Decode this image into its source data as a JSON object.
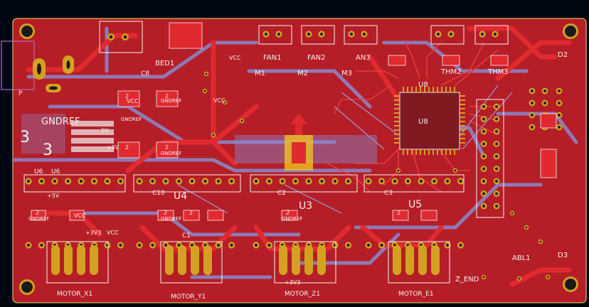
{
  "colors": {
    "background": "#000814",
    "board_edge": "#f0e060",
    "copper_front": "#c8202a",
    "copper_fill": "#b51e26",
    "copper_back": "#8a8ad0",
    "pad": "#d4a020",
    "drill": "#1a1a1a",
    "silkscreen": "#f2f2f2",
    "highlight": "#f0c020"
  },
  "labels": {
    "bed1": "BED1",
    "c8": "C8",
    "fan1": "FAN1",
    "fan2": "FAN2",
    "fan3": "AN3",
    "m1": "M1",
    "m2": "M2",
    "m3": "M3",
    "thm2": "THM2",
    "thm3": "THM3",
    "u8": "U8",
    "u8b": "U8",
    "d2": "D2",
    "d3": "D3",
    "u4": "U4",
    "u3": "U3",
    "u5": "U5",
    "c1": "C1",
    "c2": "C2",
    "c3": "C3",
    "c10": "C10",
    "u6a": "U6",
    "u6b": "U6",
    "p": "P",
    "gndref_big": "GNDREF",
    "big3": "3",
    "big3b": "3",
    "vcc_a": "VCC",
    "vcc_b": "VCC",
    "vcc_c": "VCC",
    "vcc_d": "VCC",
    "vcc_e": "VCC",
    "v5a": "5V",
    "v5b": "+5V",
    "v5c": "+5V",
    "v3a": "+3V3",
    "v3b": "+3V3",
    "motor_x1": "MOTOR_X1",
    "motor_y1": "MOTOR_Y1",
    "motor_z1": "MOTOR_Z1",
    "motor_e1": "MOTOR_E1",
    "abl1": "ABL1",
    "zend": "Z_END",
    "gndref1": "GNDREF",
    "gndref2": "GNDREF",
    "gndref3": "GNDREF",
    "gndref4": "GNDREF",
    "gndref5": "GNDREF",
    "gndref6": "GNDREF",
    "n2a": "2",
    "n2b": "2",
    "n2c": "2",
    "n2d": "2",
    "n2e": "2",
    "n2f": "2",
    "n2g": "2",
    "n2h": "2",
    "n2i": "2"
  }
}
